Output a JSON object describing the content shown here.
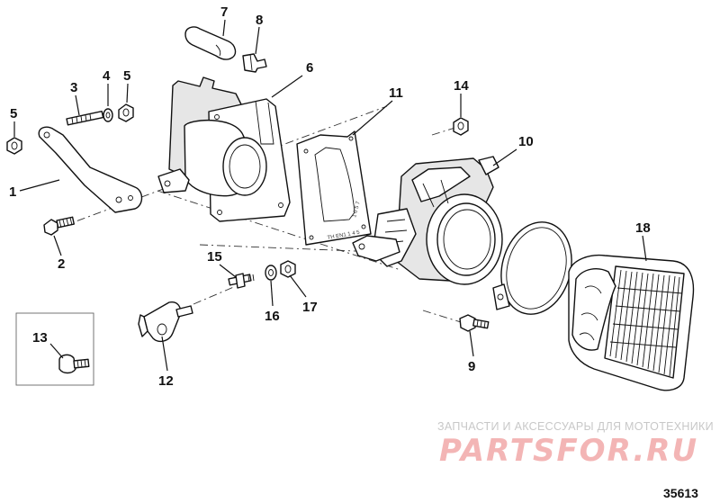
{
  "diagram": {
    "figure_number": "35613",
    "callouts": [
      "1",
      "2",
      "3",
      "4",
      "5",
      "5",
      "6",
      "7",
      "8",
      "9",
      "10",
      "11",
      "12",
      "13",
      "14",
      "15",
      "16",
      "17",
      "18"
    ],
    "gasket_stamp": [
      "TH  EN1 1 4 5",
      "1 0 5 7"
    ]
  },
  "watermark": {
    "tagline": "ЗАПЧАСТИ И АКСЕССУАРЫ ДЛЯ МОТОТЕХНИКИ",
    "logo": "PARTSFOR.RU"
  }
}
